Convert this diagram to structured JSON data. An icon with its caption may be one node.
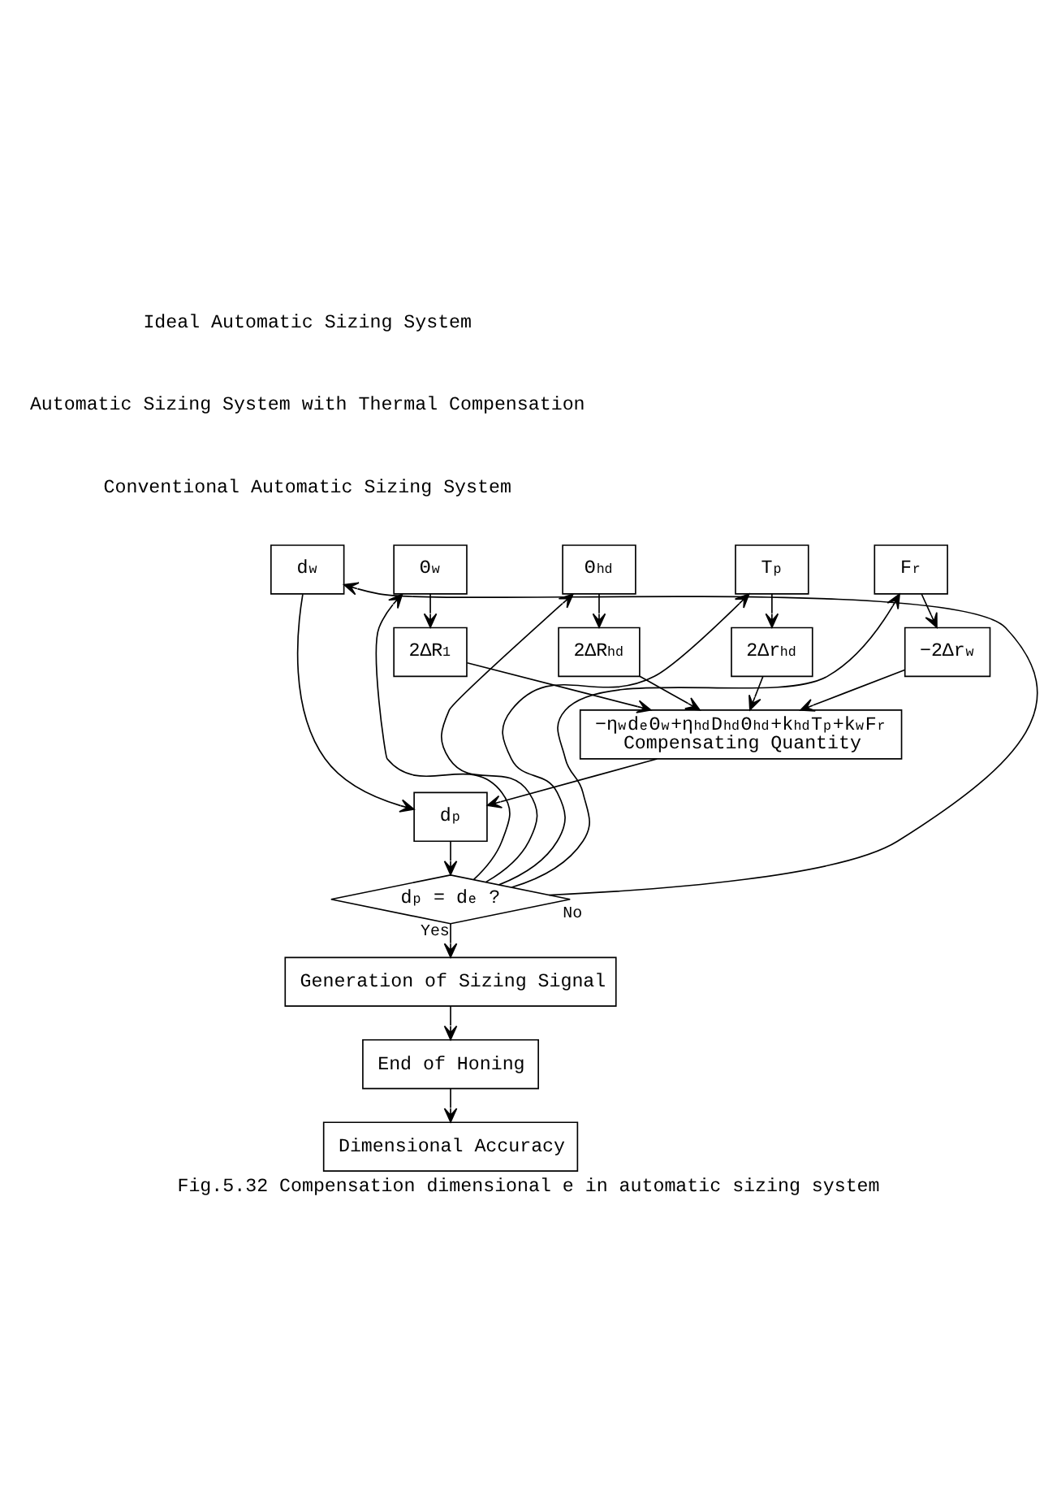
{
  "diagram": {
    "caption": "Fig.5.32 Compensation dimensional e in automatic sizing system",
    "nodes": [
      {
        "text": [
          "d$_{w}$"
        ]
      },
      {
        "text": [
          "Θ$_{w}$"
        ]
      },
      {
        "text": [
          "Θ$_{hd}$"
        ]
      },
      {
        "text": [
          "T$_{p}$"
        ]
      },
      {
        "text": [
          "F$_{r}$"
        ]
      },
      {
        "text": [
          "2ΔR$_{1}$"
        ]
      },
      {
        "text": [
          "2ΔR$_{hd}$"
        ]
      },
      {
        "text": [
          "2Δr$_{hd}$"
        ]
      },
      {
        "text": [
          "−2Δr$_{w}$"
        ]
      },
      {
        "text": [
          "−η$_{w}$d$_{e}$Θ$_{w}$+η$_{hd}$D$_{hd}$Θ$_{hd}$+k$_{hd}$T$_{p}$+k$_{w}$F$_{r}$",
          "Compensating Quantity"
        ]
      },
      {
        "text": [
          "d$_{p}$"
        ]
      },
      {
        "text": [
          "d$_{p}$ = d$_{e}$ ?"
        ]
      },
      {
        "text": [
          "Generation of Sizing Signal"
        ]
      },
      {
        "text": [
          "End of Honing"
        ]
      },
      {
        "text": [
          "Dimensional Accuracy"
        ]
      }
    ],
    "edges": [
      {
        "from": 11,
        "to": 0,
        "arrow": "to",
        "label": "No"
      },
      {
        "from": 11,
        "to": 1,
        "arrow": "to"
      },
      {
        "from": 11,
        "to": 2,
        "arrow": "to"
      },
      {
        "from": 11,
        "to": 3,
        "arrow": "to"
      },
      {
        "from": 11,
        "to": 4,
        "arrow": "to"
      },
      {
        "from": 1,
        "to": 5,
        "arrow": "to"
      },
      {
        "from": 2,
        "to": 6,
        "arrow": "to"
      },
      {
        "from": 3,
        "to": 7,
        "arrow": "to"
      },
      {
        "from": 4,
        "to": 8,
        "arrow": "to"
      },
      {
        "from": 5,
        "to": 9,
        "arrow": "to"
      },
      {
        "from": 6,
        "to": 9,
        "arrow": "to"
      },
      {
        "from": 7,
        "to": 9,
        "arrow": "to"
      },
      {
        "from": 8,
        "to": 9,
        "arrow": "to"
      },
      {
        "from": 0,
        "to": 10,
        "arrow": "to"
      },
      {
        "from": 9,
        "to": 10,
        "arrow": "to"
      },
      {
        "from": 10,
        "to": 11,
        "arrow": "to"
      },
      {
        "from": 11,
        "to": 12,
        "arrow": "to",
        "label": "Yes"
      },
      {
        "from": 12,
        "to": 13,
        "arrow": "to"
      },
      {
        "from": 13,
        "to": 14,
        "arrow": "to"
      }
    ],
    "labels": [
      "Ideal Automatic Sizing System",
      "Automatic Sizing System with Thermal Compensation",
      "Conventional Automatic Sizing System"
    ]
  }
}
